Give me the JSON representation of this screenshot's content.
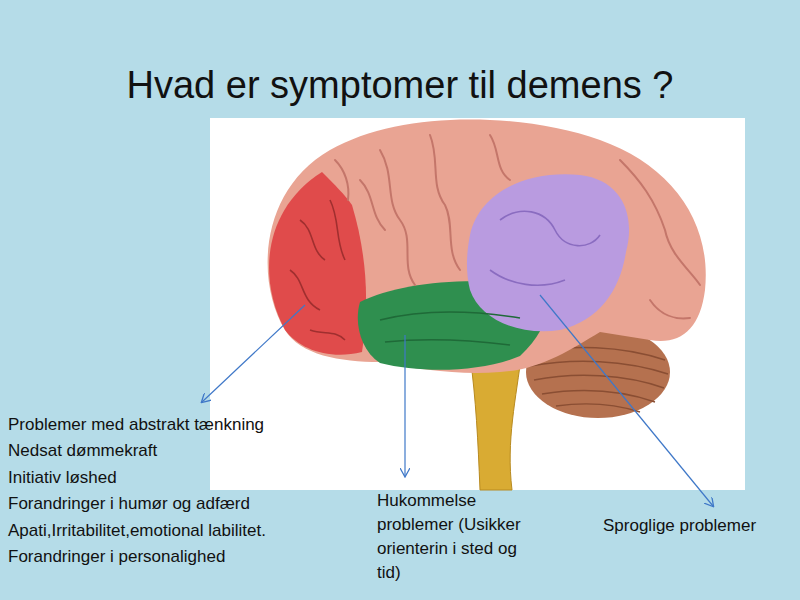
{
  "diagram": {
    "title": "Hvad er symptomer til demens ?",
    "labels": [
      "Problemer med abstrakt tænkning",
      "Nedsat dømmekraft",
      "Initiativ løshed",
      "Forandringer i humør og adfærd",
      "Apati,Irritabilitet,emotional labilitet.",
      "Forandringer i personalighed",
      "Hukommelse problemer (Usikker orienterin i sted og tid)",
      "Sproglige problemer"
    ]
  }
}
